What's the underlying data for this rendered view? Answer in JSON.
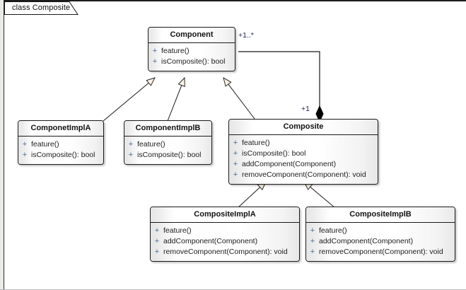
{
  "window": {
    "tab_label": "class Composite"
  },
  "diagram": {
    "type": "uml-class-diagram",
    "classes": [
      {
        "id": "component",
        "name": "Component",
        "members": [
          {
            "visibility": "+",
            "signature": "feature()"
          },
          {
            "visibility": "+",
            "signature": "isComposite(): bool"
          }
        ]
      },
      {
        "id": "componentimpla",
        "name": "ComponetImplA",
        "members": [
          {
            "visibility": "+",
            "signature": "feature()"
          },
          {
            "visibility": "+",
            "signature": "isComposite(): bool"
          }
        ]
      },
      {
        "id": "componentimplb",
        "name": "ComponentImplB",
        "members": [
          {
            "visibility": "+",
            "signature": "feature()"
          },
          {
            "visibility": "+",
            "signature": "isComposite(): bool"
          }
        ]
      },
      {
        "id": "composite",
        "name": "Composite",
        "members": [
          {
            "visibility": "+",
            "signature": "feature()"
          },
          {
            "visibility": "+",
            "signature": "isComposite(): bool"
          },
          {
            "visibility": "+",
            "signature": "addComponent(Component)"
          },
          {
            "visibility": "+",
            "signature": "removeComponent(Component): void"
          }
        ]
      },
      {
        "id": "compositeimpla",
        "name": "CompositeImplA",
        "members": [
          {
            "visibility": "+",
            "signature": "feature()"
          },
          {
            "visibility": "+",
            "signature": "addComponent(Component)"
          },
          {
            "visibility": "+",
            "signature": "removeComponent(Component): void"
          }
        ]
      },
      {
        "id": "compositeimplb",
        "name": "CompositeImplB",
        "members": [
          {
            "visibility": "+",
            "signature": "feature()"
          },
          {
            "visibility": "+",
            "signature": "addComponent(Component)"
          },
          {
            "visibility": "+",
            "signature": "removeComponent(Component): void"
          }
        ]
      }
    ],
    "relationships": [
      {
        "kind": "generalization",
        "from": "ComponetImplA",
        "to": "Component"
      },
      {
        "kind": "generalization",
        "from": "ComponentImplB",
        "to": "Component"
      },
      {
        "kind": "generalization",
        "from": "Composite",
        "to": "Component"
      },
      {
        "kind": "generalization",
        "from": "CompositeImplA",
        "to": "Composite"
      },
      {
        "kind": "generalization",
        "from": "CompositeImplB",
        "to": "Composite"
      },
      {
        "kind": "composition",
        "from": "Composite",
        "to": "Component",
        "source_multiplicity": "+1",
        "target_multiplicity": "+1..*"
      }
    ],
    "multiplicity_component_end": "+1..*",
    "multiplicity_composite_end": "+1"
  },
  "colors": {
    "box_border": "#1a1a1a",
    "box_fill": "#ffffff",
    "visibility_marker": "#4a6a93",
    "multiplicity_text": "#1b1b55",
    "arrowhead_fill": "#fbf3e2",
    "edge_line": "#1a1a1a"
  }
}
